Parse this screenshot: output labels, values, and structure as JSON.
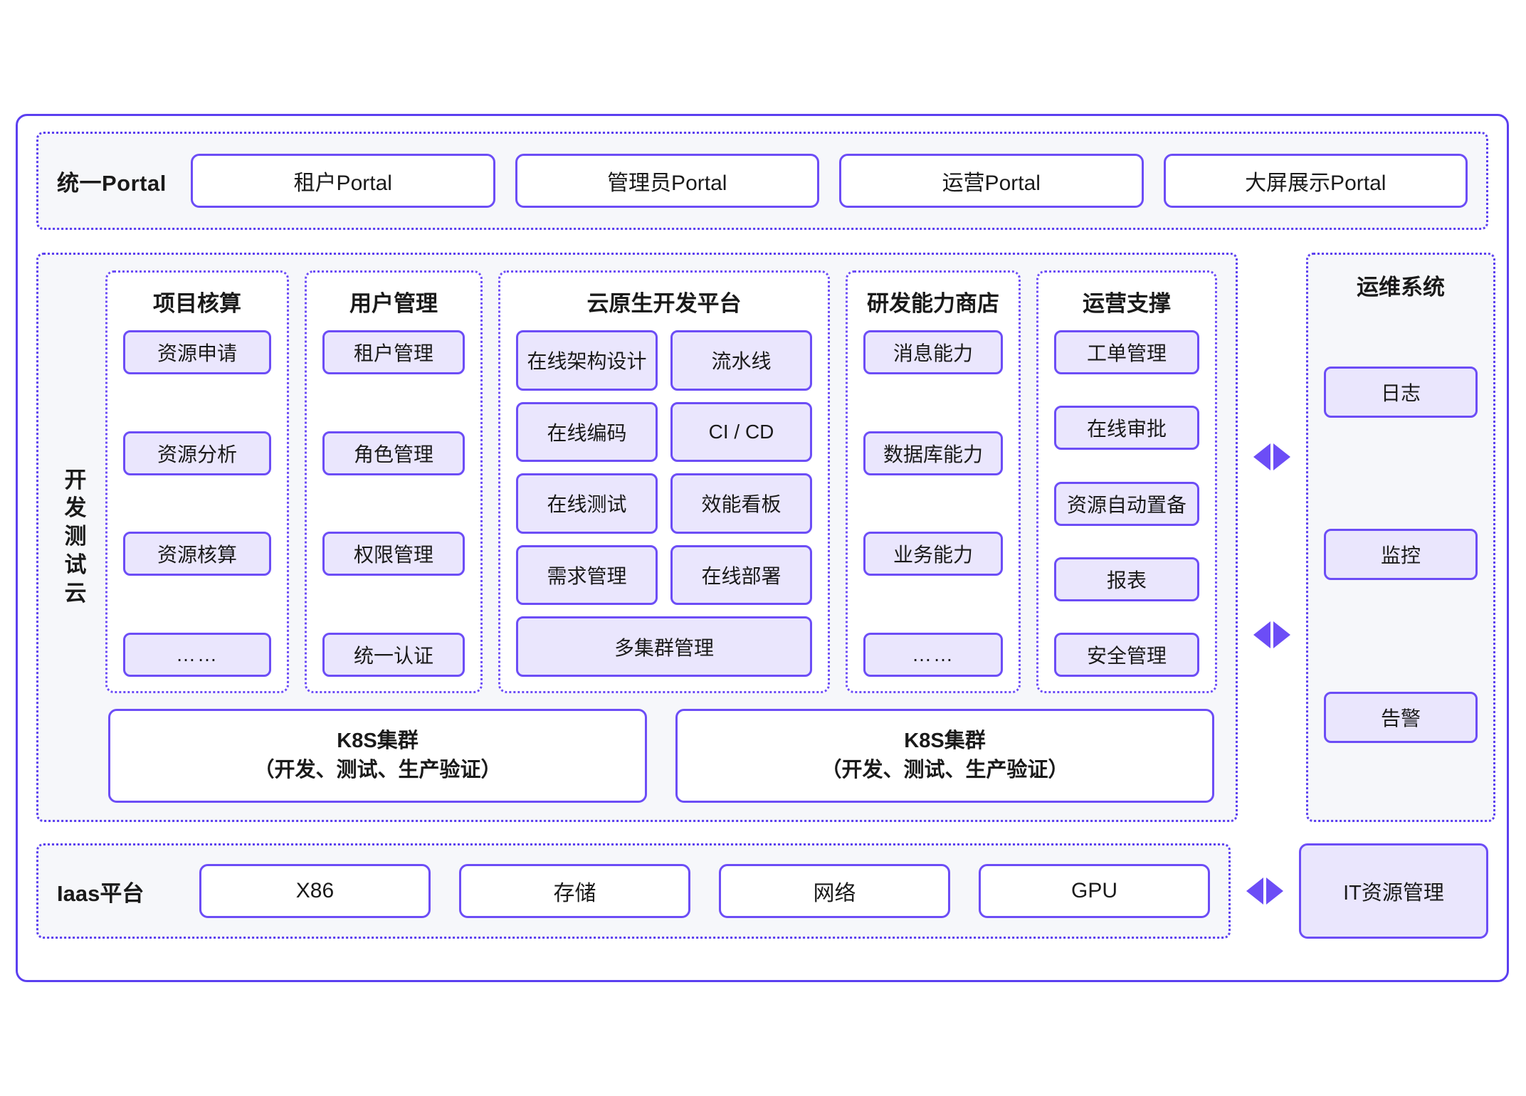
{
  "portal": {
    "label": "统一Portal",
    "items": [
      "租户Portal",
      "管理员Portal",
      "运营Portal",
      "大屏展示Portal"
    ]
  },
  "devtest": {
    "label": "开发测试云",
    "groups": [
      {
        "title": "项目核算",
        "layout": "single",
        "items": [
          "资源申请",
          "资源分析",
          "资源核算",
          "……"
        ]
      },
      {
        "title": "用户管理",
        "layout": "single",
        "items": [
          "租户管理",
          "角色管理",
          "权限管理",
          "统一认证"
        ]
      },
      {
        "title": "云原生开发平台",
        "layout": "double",
        "items": [
          "在线架构设计",
          "流水线",
          "在线编码",
          "CI / CD",
          "在线测试",
          "效能看板",
          "需求管理",
          "在线部署",
          "多集群管理"
        ]
      },
      {
        "title": "研发能力商店",
        "layout": "single",
        "items": [
          "消息能力",
          "数据库能力",
          "业务能力",
          "……"
        ]
      },
      {
        "title": "运营支撑",
        "layout": "single",
        "items": [
          "工单管理",
          "在线审批",
          "资源自动置备",
          "报表",
          "安全管理"
        ]
      }
    ],
    "k8s": [
      {
        "line1": "K8S集群",
        "line2": "（开发、测试、生产验证）"
      },
      {
        "line1": "K8S集群",
        "line2": "（开发、测试、生产验证）"
      }
    ]
  },
  "ops_system": {
    "title": "运维系统",
    "items": [
      "日志",
      "监控",
      "告警"
    ]
  },
  "iaas": {
    "label": "Iaas平台",
    "items": [
      "X86",
      "存储",
      "网络",
      "GPU"
    ],
    "it_resource": "IT资源管理"
  },
  "colors": {
    "accent": "#5B3FF0",
    "accent_soft": "#6C4DF6",
    "chip_fill": "#EAE6FD",
    "panel_bg": "#F6F7FA"
  }
}
